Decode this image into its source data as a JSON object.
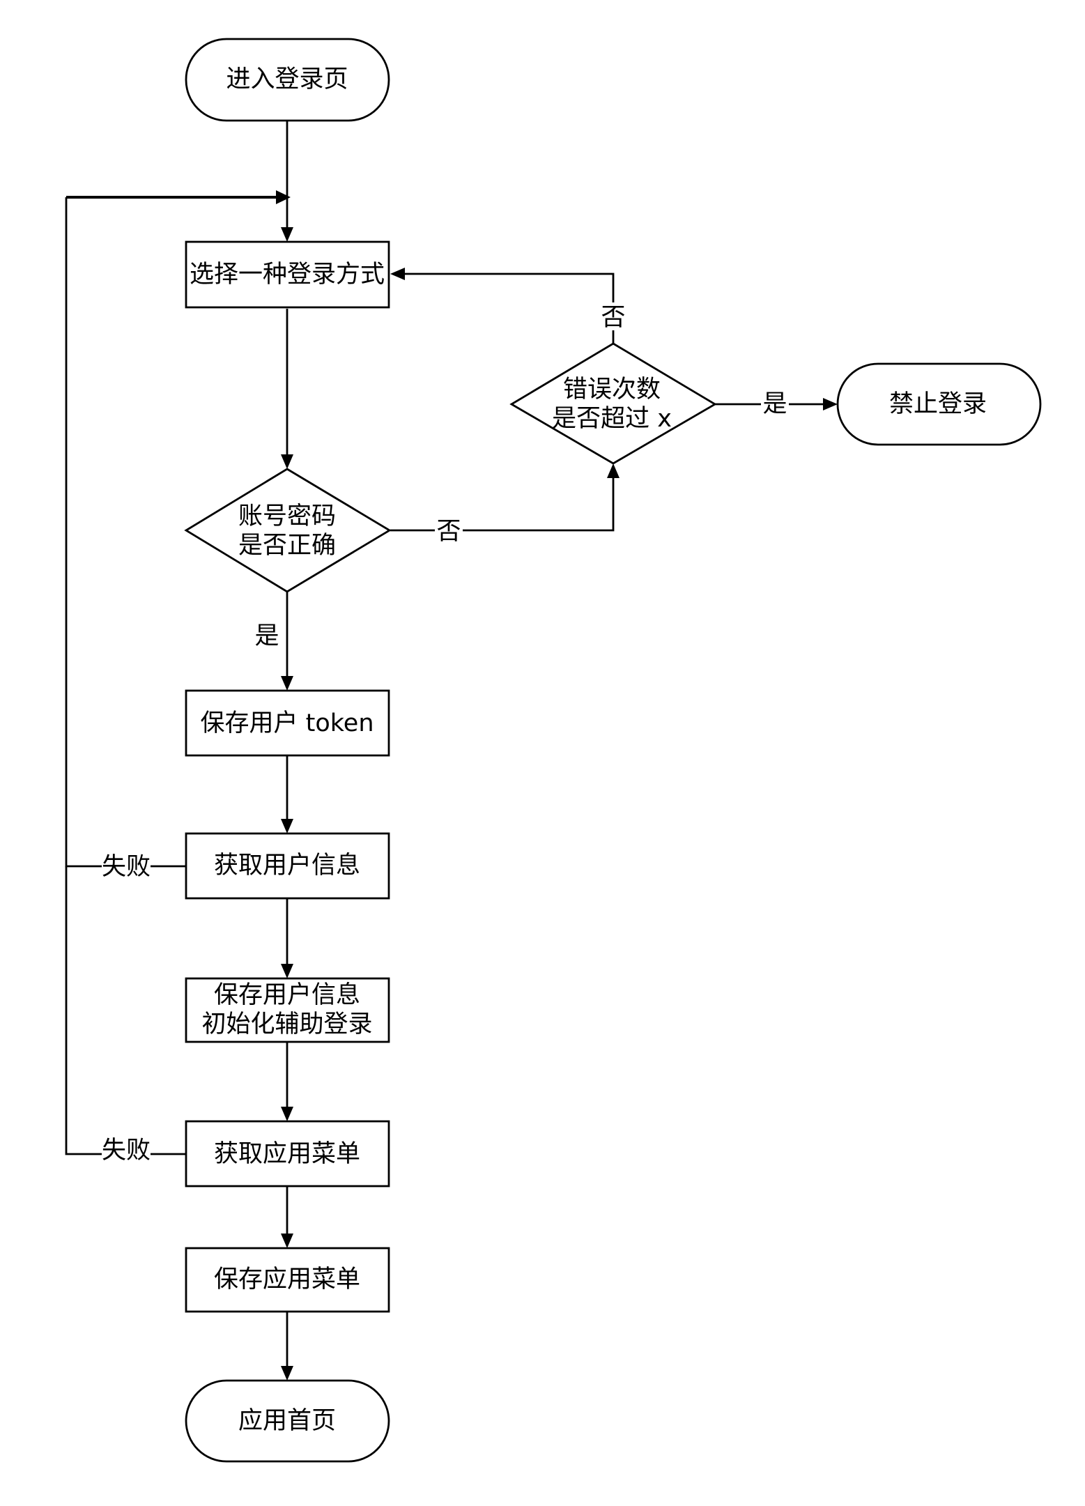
{
  "nodes": {
    "start": {
      "label": "进入登录页"
    },
    "choose_method": {
      "label": "选择一种登录方式"
    },
    "check_password": {
      "lines": [
        "账号密码",
        "是否正确"
      ]
    },
    "check_attempts": {
      "lines": [
        "错误次数",
        "是否超过 x"
      ]
    },
    "forbid_login": {
      "label": "禁止登录"
    },
    "save_token": {
      "label": "保存用户 token"
    },
    "get_user_info": {
      "label": "获取用户信息"
    },
    "save_user_info": {
      "lines": [
        "保存用户信息",
        "初始化辅助登录"
      ]
    },
    "get_app_menu": {
      "label": "获取应用菜单"
    },
    "save_app_menu": {
      "label": "保存应用菜单"
    },
    "app_home": {
      "label": "应用首页"
    }
  },
  "edges": {
    "password_yes": "是",
    "password_no": "否",
    "attempts_no": "否",
    "attempts_yes": "是",
    "user_info_fail": "失败",
    "app_menu_fail": "失败"
  }
}
